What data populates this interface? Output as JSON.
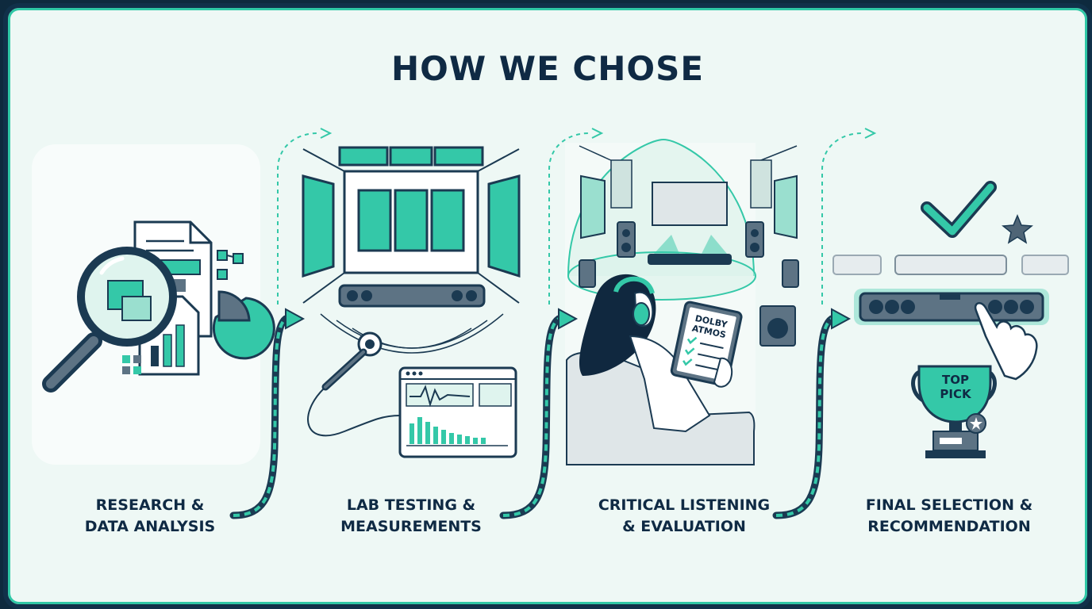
{
  "title": "HOW WE CHOSE",
  "steps": [
    {
      "line1": "RESEARCH &",
      "line2": "DATA ANALYSIS",
      "icon": "magnifier-documents-icon"
    },
    {
      "line1": "LAB TESTING &",
      "line2": "MEASUREMENTS",
      "icon": "acoustic-lab-icon"
    },
    {
      "line1": "CRITICAL LISTENING",
      "line2": "& EVALUATION",
      "icon": "listening-room-icon"
    },
    {
      "line1": "FINAL SELECTION &",
      "line2": "RECOMMENDATION",
      "icon": "trophy-soundbar-icon"
    }
  ],
  "tablet_text": {
    "line1": "DOLBY",
    "line2": "ATMOS"
  },
  "trophy_text": {
    "line1": "TOP",
    "line2": "PICK"
  },
  "colors": {
    "accent": "#2fc8a6",
    "ink": "#0f2a44",
    "background": "#eef8f5",
    "panel": "#f7fbfa"
  }
}
